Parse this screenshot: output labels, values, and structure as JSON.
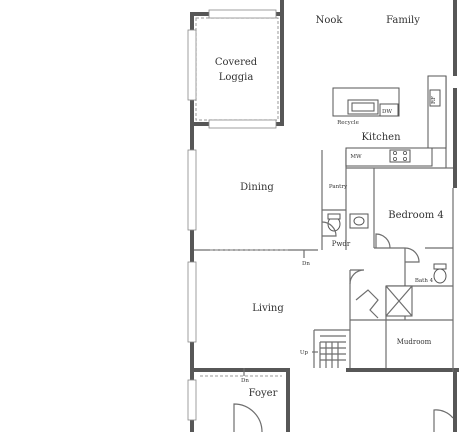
{
  "rooms": {
    "nook": "Nook",
    "family": "Family",
    "covered_loggia_line1": "Covered",
    "covered_loggia_line2": "Loggia",
    "kitchen": "Kitchen",
    "dining": "Dining",
    "pantry": "Pantry",
    "bedroom4": "Bedroom 4",
    "powder": "Pwdr",
    "living": "Living",
    "bath4": "Bath 4",
    "mudroom": "Mudroom",
    "foyer": "Foyer"
  },
  "fixtures": {
    "dishwasher": "DW",
    "recycle": "Recycle",
    "microwave": "MW",
    "refrigerator": "RF"
  },
  "stairs": {
    "down_upper": "Dn",
    "down_foyer": "Dn",
    "up": "Up"
  }
}
